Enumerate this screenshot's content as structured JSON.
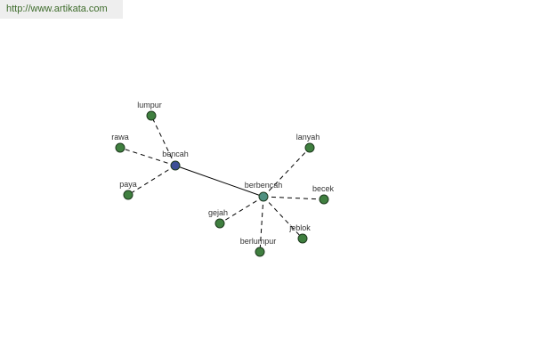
{
  "watermark": {
    "text": "http://www.artikata.com"
  },
  "graph": {
    "colors": {
      "center_node": "#3c4f96",
      "hub_node": "#4f9080",
      "leaf_node": "#3f7f3f"
    },
    "nodes": [
      {
        "id": "bencah",
        "label": "bencah",
        "role": "center"
      },
      {
        "id": "berbencah",
        "label": "berbencah",
        "role": "hub"
      },
      {
        "id": "lumpur",
        "label": "lumpur",
        "role": "leaf"
      },
      {
        "id": "rawa",
        "label": "rawa",
        "role": "leaf"
      },
      {
        "id": "paya",
        "label": "paya",
        "role": "leaf"
      },
      {
        "id": "lanyah",
        "label": "lanyah",
        "role": "leaf"
      },
      {
        "id": "becek",
        "label": "becek",
        "role": "leaf"
      },
      {
        "id": "jeblok",
        "label": "jeblok",
        "role": "leaf"
      },
      {
        "id": "berlumpur",
        "label": "berlumpur",
        "role": "leaf"
      },
      {
        "id": "gejah",
        "label": "gejah",
        "role": "leaf"
      }
    ],
    "edges": [
      {
        "from": "bencah",
        "to": "berbencah",
        "style": "solid"
      },
      {
        "from": "bencah",
        "to": "lumpur",
        "style": "dashed"
      },
      {
        "from": "bencah",
        "to": "rawa",
        "style": "dashed"
      },
      {
        "from": "bencah",
        "to": "paya",
        "style": "dashed"
      },
      {
        "from": "berbencah",
        "to": "lanyah",
        "style": "dashed"
      },
      {
        "from": "berbencah",
        "to": "becek",
        "style": "dashed"
      },
      {
        "from": "berbencah",
        "to": "jeblok",
        "style": "dashed"
      },
      {
        "from": "berbencah",
        "to": "berlumpur",
        "style": "dashed"
      },
      {
        "from": "berbencah",
        "to": "gejah",
        "style": "dashed"
      }
    ]
  }
}
